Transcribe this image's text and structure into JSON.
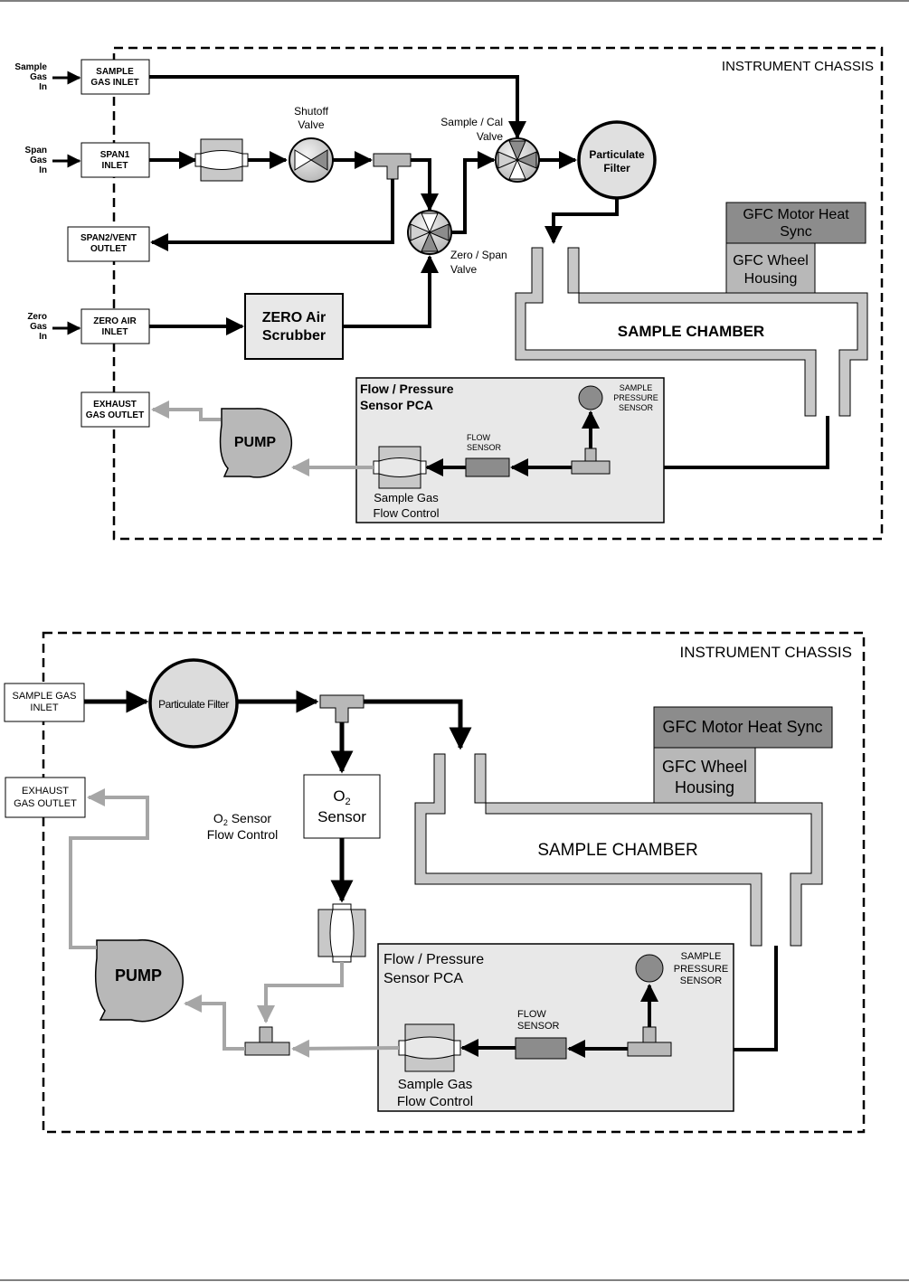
{
  "colors": {
    "line": "#000000",
    "gray_line": "#a6a6a6",
    "box_fill": "#e8e8e8",
    "dark_gray": "#8c8c8c",
    "mid_gray": "#b8b8b8",
    "chamber_fill": "#c8c8c8"
  },
  "diagram1": {
    "chassis_label": "INSTRUMENT CHASSIS",
    "sample_gas_in": [
      "Sample",
      "Gas",
      "In"
    ],
    "span_gas_in": [
      "Span",
      "Gas",
      "In"
    ],
    "zero_gas_in": [
      "Zero",
      "Gas",
      "In"
    ],
    "sample_gas_inlet": [
      "SAMPLE",
      "GAS INLET"
    ],
    "span1_inlet": [
      "SPAN1",
      "INLET"
    ],
    "span2_vent_outlet": [
      "SPAN2/VENT",
      "OUTLET"
    ],
    "zero_air_inlet": [
      "ZERO AIR",
      "INLET"
    ],
    "exhaust_gas_outlet": [
      "EXHAUST",
      "GAS OUTLET"
    ],
    "shutoff_valve": [
      "Shutoff",
      "Valve"
    ],
    "sample_cal_valve": [
      "Sample / Cal",
      "Valve"
    ],
    "zero_span_valve": [
      "Zero / Span",
      "Valve"
    ],
    "particulate_filter": [
      "Particulate",
      "Filter"
    ],
    "zero_air_scrubber": [
      "ZERO Air",
      "Scrubber"
    ],
    "gfc_motor_heat_sync": [
      "GFC Motor Heat",
      "Sync"
    ],
    "gfc_wheel_housing": [
      "GFC Wheel",
      "Housing"
    ],
    "sample_chamber": "SAMPLE CHAMBER",
    "flow_pressure_pca": [
      "Flow / Pressure",
      "Sensor PCA"
    ],
    "sample_pressure_sensor": [
      "SAMPLE",
      "PRESSURE",
      "SENSOR"
    ],
    "flow_sensor": [
      "FLOW",
      "SENSOR"
    ],
    "pump": "PUMP",
    "sample_gas_flow_control": [
      "Sample Gas",
      "Flow Control"
    ]
  },
  "diagram2": {
    "chassis_label": "INSTRUMENT CHASSIS",
    "sample_gas_inlet": [
      "SAMPLE GAS",
      "INLET"
    ],
    "exhaust_gas_outlet": [
      "EXHAUST",
      "GAS OUTLET"
    ],
    "particulate_filter": "Particulate Filter",
    "o2_sensor": {
      "o": "O",
      "sub": "2",
      "word": "Sensor"
    },
    "o2_flow_control": {
      "o": "O",
      "sub": "2",
      "rest": " Sensor",
      "line2": "Flow Control"
    },
    "gfc_motor_heat_sync": "GFC Motor Heat Sync",
    "gfc_wheel_housing": [
      "GFC Wheel",
      "Housing"
    ],
    "sample_chamber": "SAMPLE CHAMBER",
    "flow_pressure_pca": [
      "Flow / Pressure",
      "Sensor PCA"
    ],
    "sample_pressure_sensor": [
      "SAMPLE",
      "PRESSURE",
      "SENSOR"
    ],
    "flow_sensor": [
      "FLOW",
      "SENSOR"
    ],
    "pump": "PUMP",
    "sample_gas_flow_control": [
      "Sample Gas",
      "Flow Control"
    ]
  }
}
